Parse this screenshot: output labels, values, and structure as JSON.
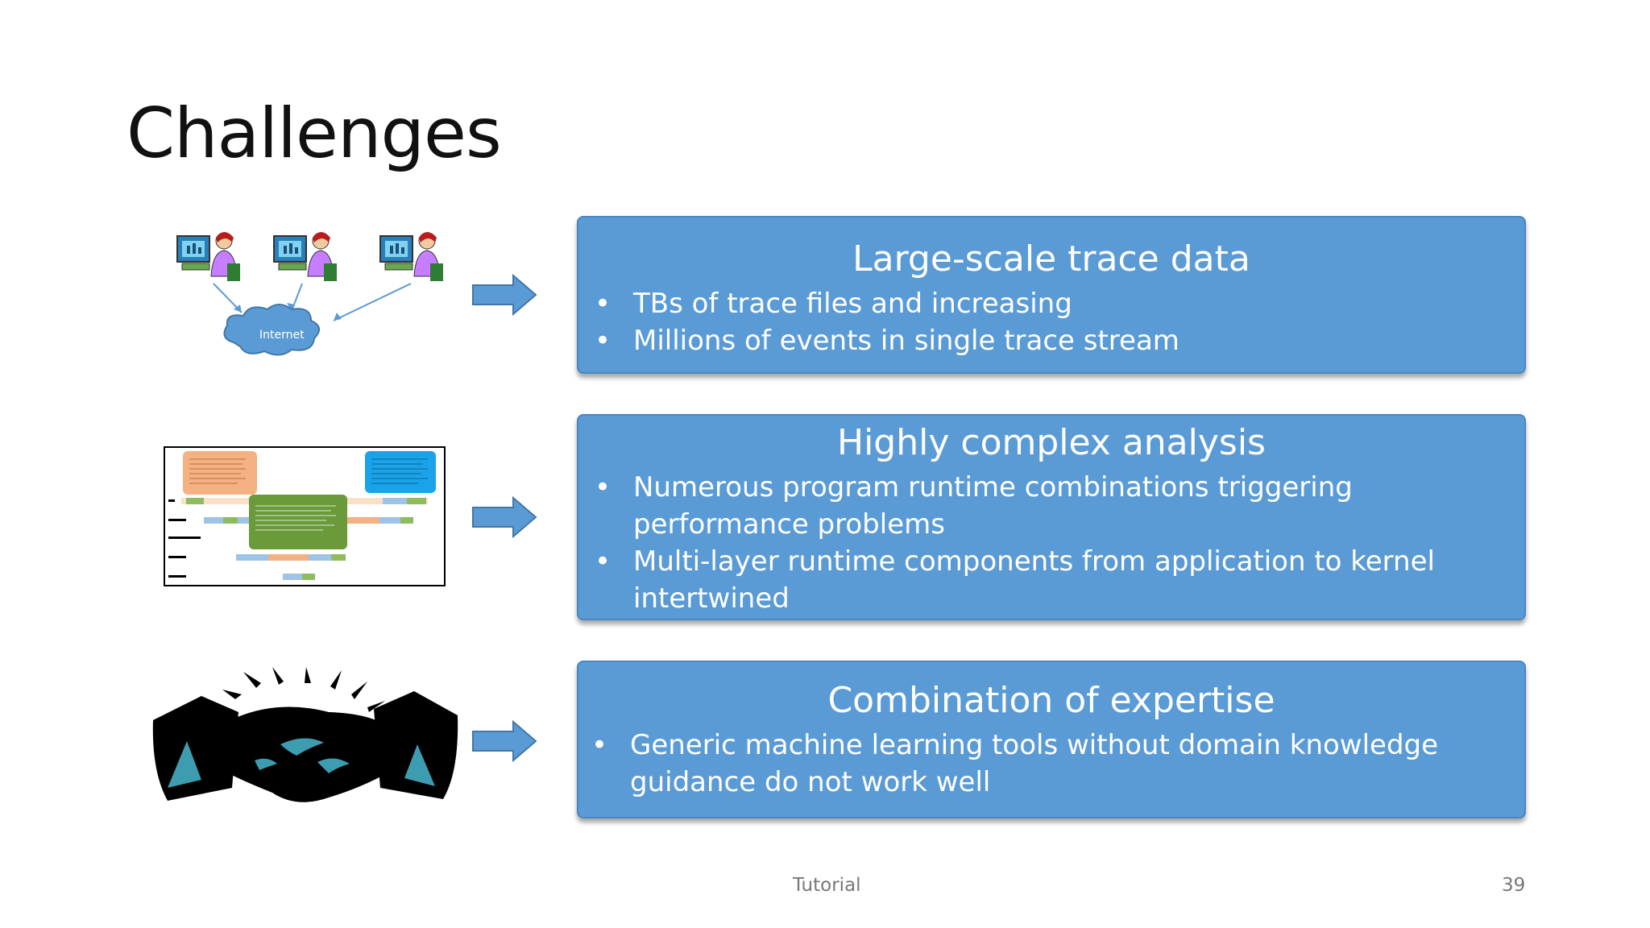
{
  "slide": {
    "title": "Challenges",
    "footer_center": "Tutorial",
    "page_number": "39"
  },
  "boxes": [
    {
      "heading": "Large-scale trace data",
      "bullets": [
        "TBs of trace files and increasing",
        "Millions of events in single trace stream"
      ]
    },
    {
      "heading": "Highly complex analysis",
      "bullets": [
        "Numerous program runtime combinations triggering performance problems",
        "Multi-layer runtime components from application to kernel intertwined"
      ]
    },
    {
      "heading": "Combination of expertise",
      "bullets": [
        "Generic machine learning tools without domain knowledge guidance do not work well"
      ]
    }
  ],
  "illustrations": {
    "network_icon": "computer-users-network-icon",
    "cloud_label": "Internet",
    "timeline_icon": "trace-timeline-diagram",
    "handshake_icon": "handshake-icon",
    "arrow_icon": "right-arrow-icon"
  },
  "colors": {
    "box_fill": "#5b9bd5",
    "box_border": "#4a86c0",
    "arrow_fill": "#5b9bd5",
    "handshake_teal": "#3d9cb0"
  }
}
